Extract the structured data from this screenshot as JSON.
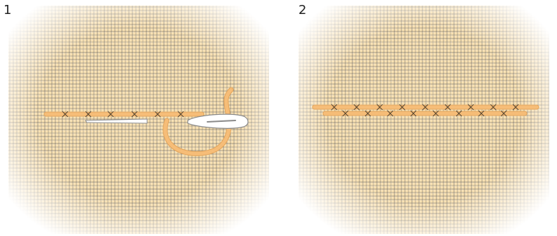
{
  "panels": [
    {
      "label": "1"
    },
    {
      "label": "2"
    }
  ],
  "colors": {
    "fabric": "#fbe9c6",
    "thread_dark": "#2e2a26",
    "thread_light": "#f7dfb0",
    "floss": "#f6bd78",
    "floss_edge": "#e3a55b",
    "needle": "#ffffff",
    "needle_edge": "#8a8a8a"
  },
  "icons": [
    "needle-icon",
    "floss-strand"
  ]
}
